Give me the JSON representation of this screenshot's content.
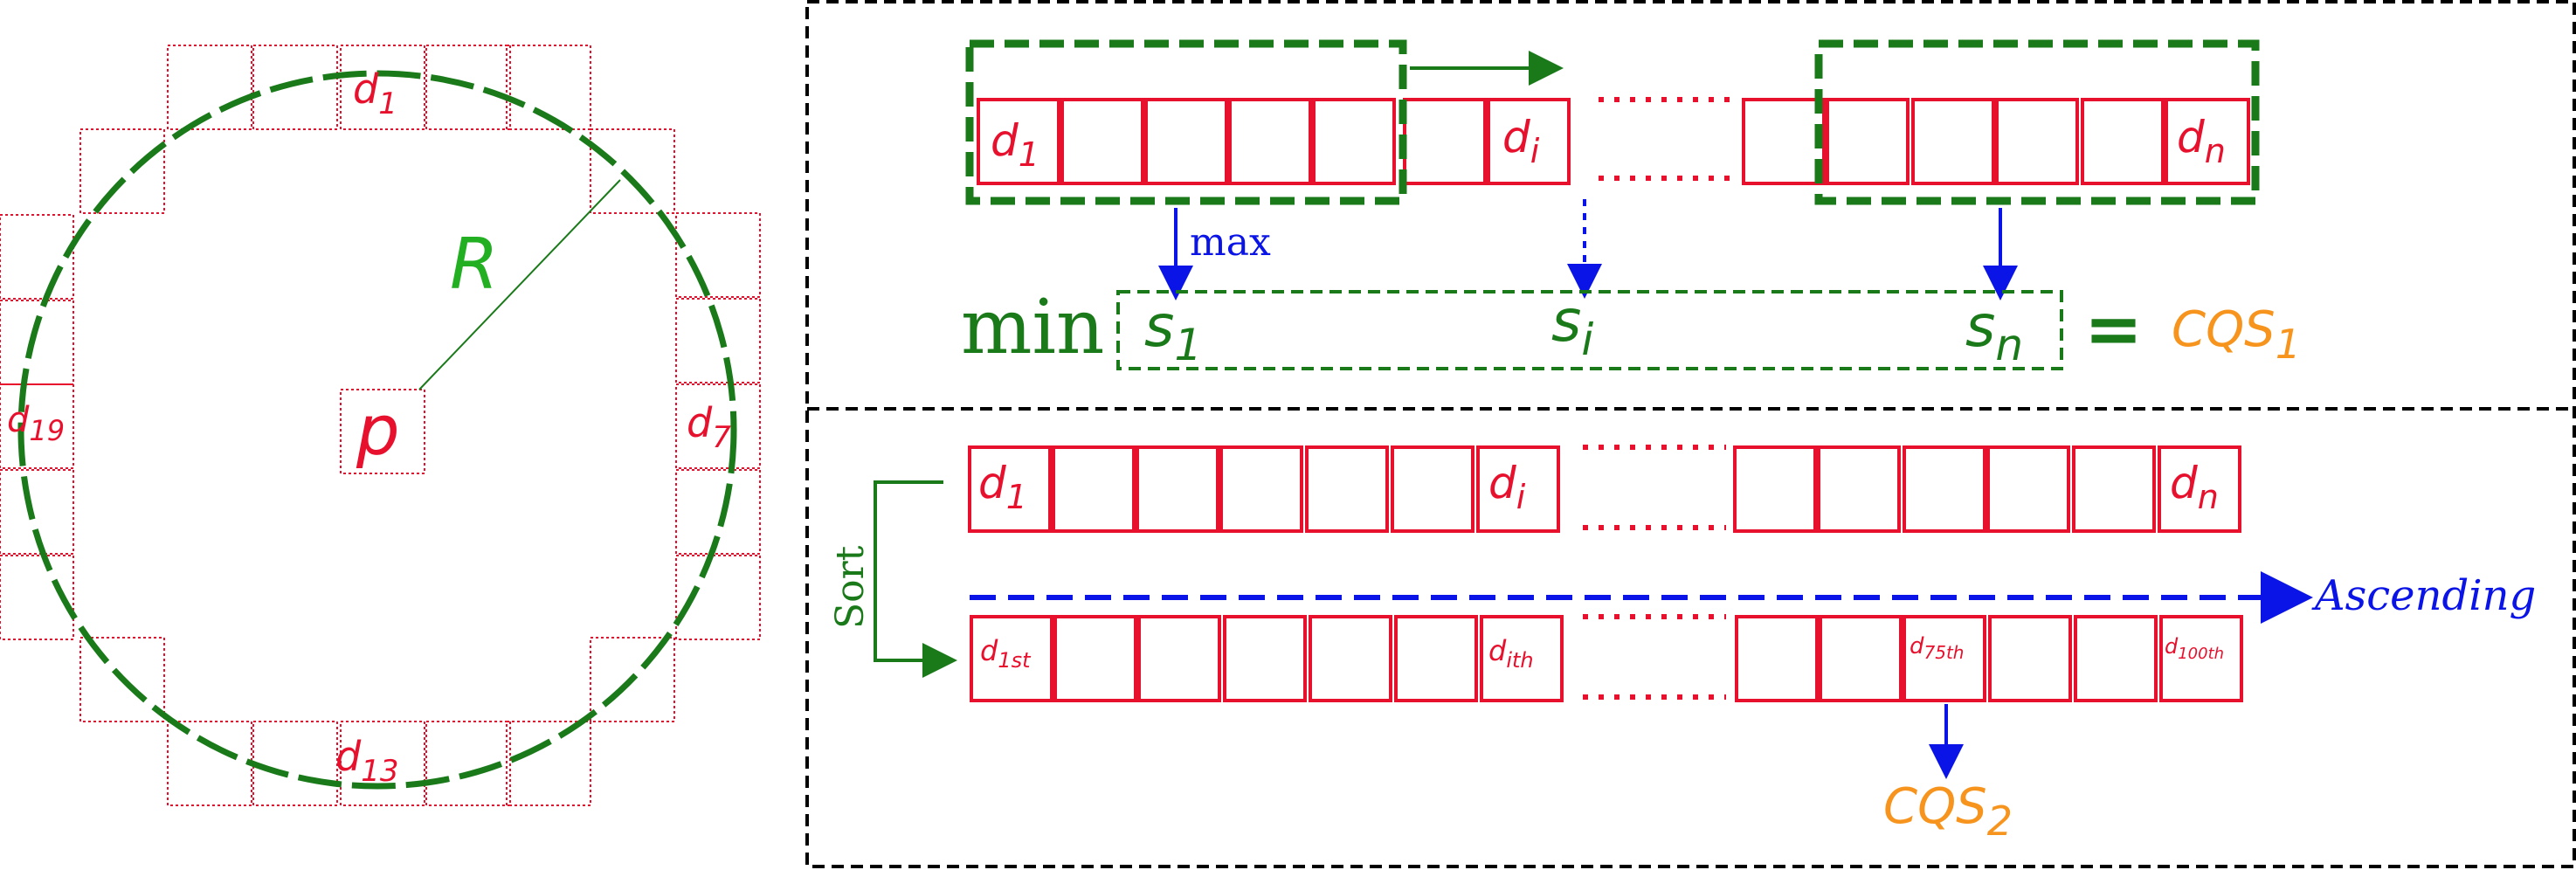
{
  "circle_panel": {
    "ring_cells": [
      {
        "main": "d",
        "sub": "1"
      },
      {
        "main": "d",
        "sub": "7"
      },
      {
        "main": "d",
        "sub": "13"
      },
      {
        "main": "d",
        "sub": "19"
      }
    ],
    "center_label": "p",
    "radius_label": "R"
  },
  "top_panel": {
    "cells": [
      {
        "main": "d",
        "sub": "1"
      },
      {
        "main": "d",
        "sub": "i"
      },
      {
        "main": "d",
        "sub": "n"
      }
    ],
    "max_label": "max",
    "min_label": "min",
    "scores": [
      {
        "main": "s",
        "sub": "1"
      },
      {
        "main": "s",
        "sub": "i"
      },
      {
        "main": "s",
        "sub": "n"
      }
    ],
    "equals": "=",
    "result": {
      "main": "CQS",
      "sub": "1"
    }
  },
  "bottom_panel": {
    "row1_cells": [
      {
        "main": "d",
        "sub": "1"
      },
      {
        "main": "d",
        "sub": "i"
      },
      {
        "main": "d",
        "sub": "n"
      }
    ],
    "sort_label": "Sort",
    "ascending_label": "Ascending",
    "row2_cells": [
      {
        "main": "d",
        "sub": "1st"
      },
      {
        "main": "d",
        "sub": "ith"
      },
      {
        "main": "d",
        "sub": "75th"
      },
      {
        "main": "d",
        "sub": "100th"
      }
    ],
    "result": {
      "main": "CQS",
      "sub": "2"
    }
  },
  "colors": {
    "red": "#e8112d",
    "green": "#1a7a1a",
    "bright_green": "#22b022",
    "blue": "#0a14e6",
    "orange": "#f7941d",
    "black": "#000000"
  }
}
